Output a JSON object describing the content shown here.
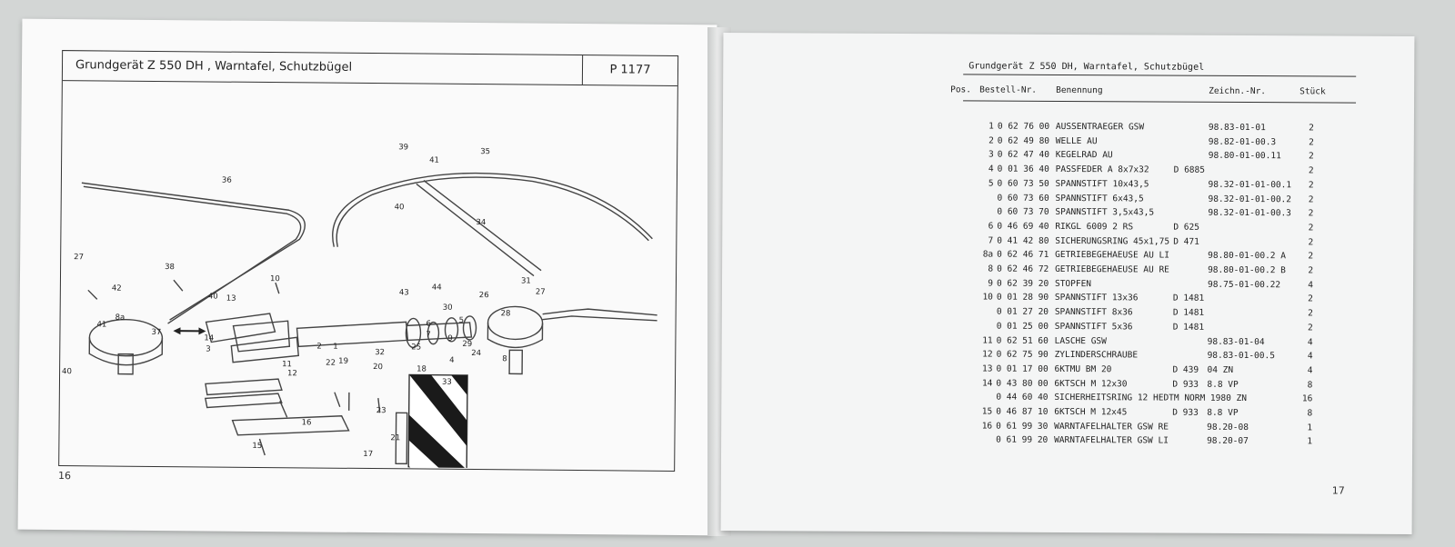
{
  "left_page": {
    "title": "Grundgerät Z 550 DH , Warntafel, Schutzbügel",
    "code": "P 1177",
    "page_number": "16",
    "callouts": [
      "36",
      "27",
      "42",
      "38",
      "40",
      "13",
      "41",
      "8a",
      "37",
      "14",
      "3",
      "40",
      "10",
      "11",
      "12",
      "22",
      "19",
      "20",
      "16",
      "15",
      "17",
      "21",
      "23",
      "18",
      "2",
      "1",
      "32",
      "25",
      "7",
      "6",
      "5",
      "9",
      "4",
      "24",
      "33",
      "29",
      "26",
      "30",
      "28",
      "31",
      "27",
      "8",
      "43",
      "44",
      "34",
      "39",
      "41",
      "40",
      "35"
    ]
  },
  "right_page": {
    "title": "Grundgerät Z 550 DH, Warntafel, Schutzbügel",
    "page_number": "17",
    "headers": {
      "pos": "Pos.",
      "bestell": "Bestell-Nr.",
      "benennung": "Benennung",
      "zeichn": "Zeichn.-Nr.",
      "stueck": "Stück"
    },
    "rows": [
      {
        "pos": "1",
        "nr": "0 62 76 00",
        "name": "AUSSENTRAEGER GSW",
        "din": "",
        "zeich": "98.83-01-01",
        "st": "2"
      },
      {
        "pos": "2",
        "nr": "0 62 49 80",
        "name": "WELLE AU",
        "din": "",
        "zeich": "98.82-01-00.3",
        "st": "2"
      },
      {
        "pos": "3",
        "nr": "0 62 47 40",
        "name": "KEGELRAD AU",
        "din": "",
        "zeich": "98.80-01-00.11",
        "st": "2"
      },
      {
        "pos": "4",
        "nr": "0 01 36 40",
        "name": "PASSFEDER  A 8x7x32",
        "din": "D 6885",
        "zeich": "",
        "st": "2"
      },
      {
        "pos": "5",
        "nr": "0 60 73 50",
        "name": "SPANNSTIFT  10x43,5",
        "din": "",
        "zeich": "98.32-01-01-00.1",
        "st": "2"
      },
      {
        "pos": "",
        "nr": "0 60 73 60",
        "name": "SPANNSTIFT   6x43,5",
        "din": "",
        "zeich": "98.32-01-01-00.2",
        "st": "2"
      },
      {
        "pos": "",
        "nr": "0 60 73 70",
        "name": "SPANNSTIFT 3,5x43,5",
        "din": "",
        "zeich": "98.32-01-01-00.3",
        "st": "2"
      },
      {
        "pos": "6",
        "nr": "0 46 69 40",
        "name": "RIKGL 6009 2 RS",
        "din": "D 625",
        "zeich": "",
        "st": "2"
      },
      {
        "pos": "7",
        "nr": "0 41 42 80",
        "name": "SICHERUNGSRING 45x1,75",
        "din": "D 471",
        "zeich": "",
        "st": "2"
      },
      {
        "pos": "8a",
        "nr": "0 62 46 71",
        "name": "GETRIEBEGEHAEUSE AU LI",
        "din": "",
        "zeich": "98.80-01-00.2 A",
        "st": "2"
      },
      {
        "pos": "8",
        "nr": "0 62 46 72",
        "name": "GETRIEBEGEHAEUSE AU RE",
        "din": "",
        "zeich": "98.80-01-00.2 B",
        "st": "2"
      },
      {
        "pos": "9",
        "nr": "0 62 39 20",
        "name": "STOPFEN",
        "din": "",
        "zeich": "98.75-01-00.22",
        "st": "4"
      },
      {
        "pos": "10",
        "nr": "0 01 28 90",
        "name": "SPANNSTIFT 13x36",
        "din": "D 1481",
        "zeich": "",
        "st": "2"
      },
      {
        "pos": "",
        "nr": "0 01 27 20",
        "name": "SPANNSTIFT  8x36",
        "din": "D 1481",
        "zeich": "",
        "st": "2"
      },
      {
        "pos": "",
        "nr": "0 01 25 00",
        "name": "SPANNSTIFT  5x36",
        "din": "D 1481",
        "zeich": "",
        "st": "2"
      },
      {
        "pos": "11",
        "nr": "0 62 51 60",
        "name": "LASCHE GSW",
        "din": "",
        "zeich": "98.83-01-04",
        "st": "4"
      },
      {
        "pos": "12",
        "nr": "0 62 75 90",
        "name": "ZYLINDERSCHRAUBE",
        "din": "",
        "zeich": "98.83-01-00.5",
        "st": "4"
      },
      {
        "pos": "13",
        "nr": "0 01 17 00",
        "name": "6KTMU BM 20",
        "din": "D 439",
        "zeich": "04 ZN",
        "st": "4"
      },
      {
        "pos": "14",
        "nr": "0 43 80 00",
        "name": "6KTSCH M 12x30",
        "din": "D 933",
        "zeich": "8.8 VP",
        "st": "8"
      },
      {
        "pos": "",
        "nr": "0 44 60 40",
        "name": "SICHERHEITSRING 12 HEDTM NORM 1980 ZN",
        "din": "",
        "zeich": "",
        "st": "16"
      },
      {
        "pos": "15",
        "nr": "0 46 87 10",
        "name": "6KTSCH M 12x45",
        "din": "D 933",
        "zeich": "8.8 VP",
        "st": "8"
      },
      {
        "pos": "16",
        "nr": "0 61 99 30",
        "name": "WARNTAFELHALTER GSW RE",
        "din": "",
        "zeich": "98.20-08",
        "st": "1"
      },
      {
        "pos": "",
        "nr": "0 61 99 20",
        "name": "WARNTAFELHALTER GSW LI",
        "din": "",
        "zeich": "98.20-07",
        "st": "1"
      }
    ]
  }
}
